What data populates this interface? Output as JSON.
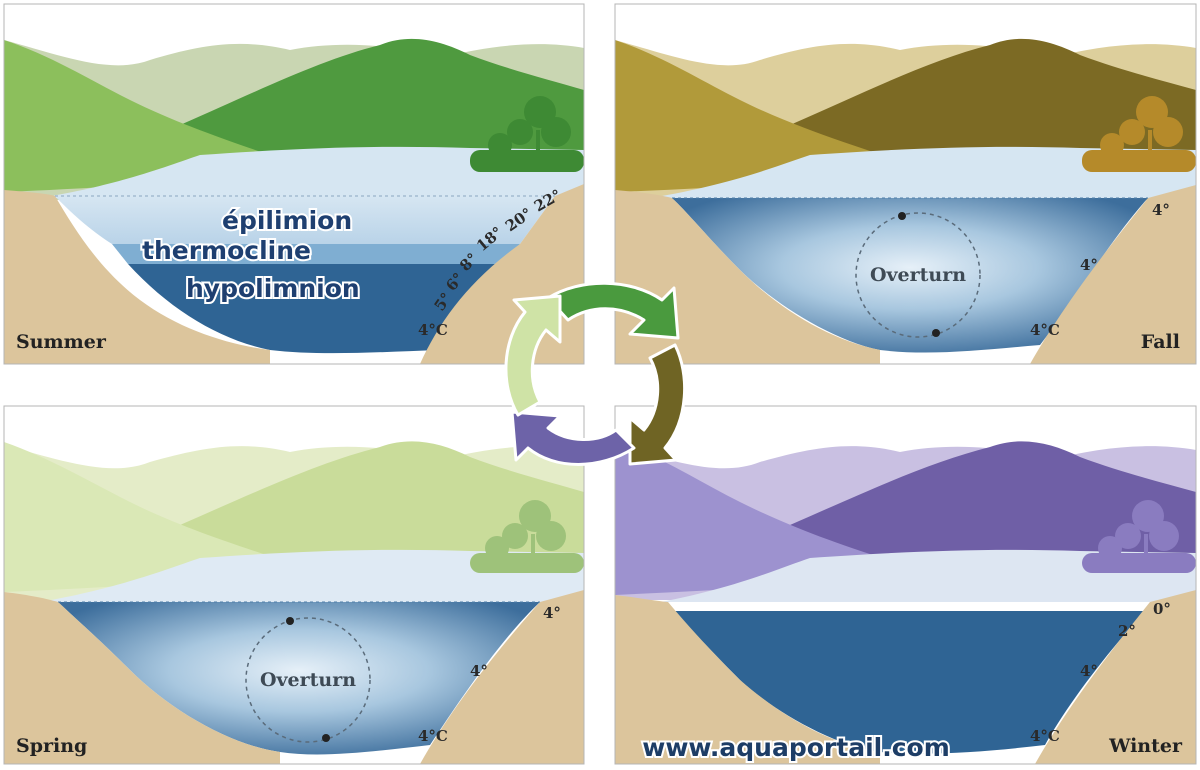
{
  "panels": {
    "summer": {
      "season": "Summer",
      "layers": {
        "epilimnion": "épilimion",
        "thermocline": "thermocline",
        "hypolimnion": "hypolimnion"
      },
      "temps": [
        "22°",
        "20°",
        "18°",
        "8°",
        "6°",
        "5°",
        "4°C"
      ],
      "colors": {
        "far_hill": "#c9d6b2",
        "mid_hill": "#4f9a3f",
        "near_hill": "#8cbf5c",
        "trees": "#3e8a34"
      }
    },
    "fall": {
      "season": "Fall",
      "overturn_label": "Overturn",
      "temps": [
        "4°",
        "4°",
        "4°C"
      ],
      "colors": {
        "far_hill": "#ddcf9c",
        "mid_hill": "#7c6a24",
        "near_hill": "#b19a3a",
        "trees": "#b58a2a"
      }
    },
    "spring": {
      "season": "Spring",
      "overturn_label": "Overturn",
      "temps": [
        "4°",
        "4°",
        "4°C"
      ],
      "colors": {
        "far_hill": "#e4ecc8",
        "mid_hill": "#c9dc9a",
        "near_hill": "#dae8b6",
        "trees": "#9ec27a"
      }
    },
    "winter": {
      "season": "Winter",
      "temps": [
        "0°",
        "2°",
        "4°",
        "4°C"
      ],
      "colors": {
        "far_hill": "#c9c0e2",
        "mid_hill": "#6f5fa6",
        "near_hill": "#9d92cf",
        "trees": "#8a7cc0"
      }
    }
  },
  "cycle_arrow_colors": [
    "#4a9a3e",
    "#6f6424",
    "#6d63a8",
    "#cfe3a6"
  ],
  "watermark": "www.aquaportail.com"
}
